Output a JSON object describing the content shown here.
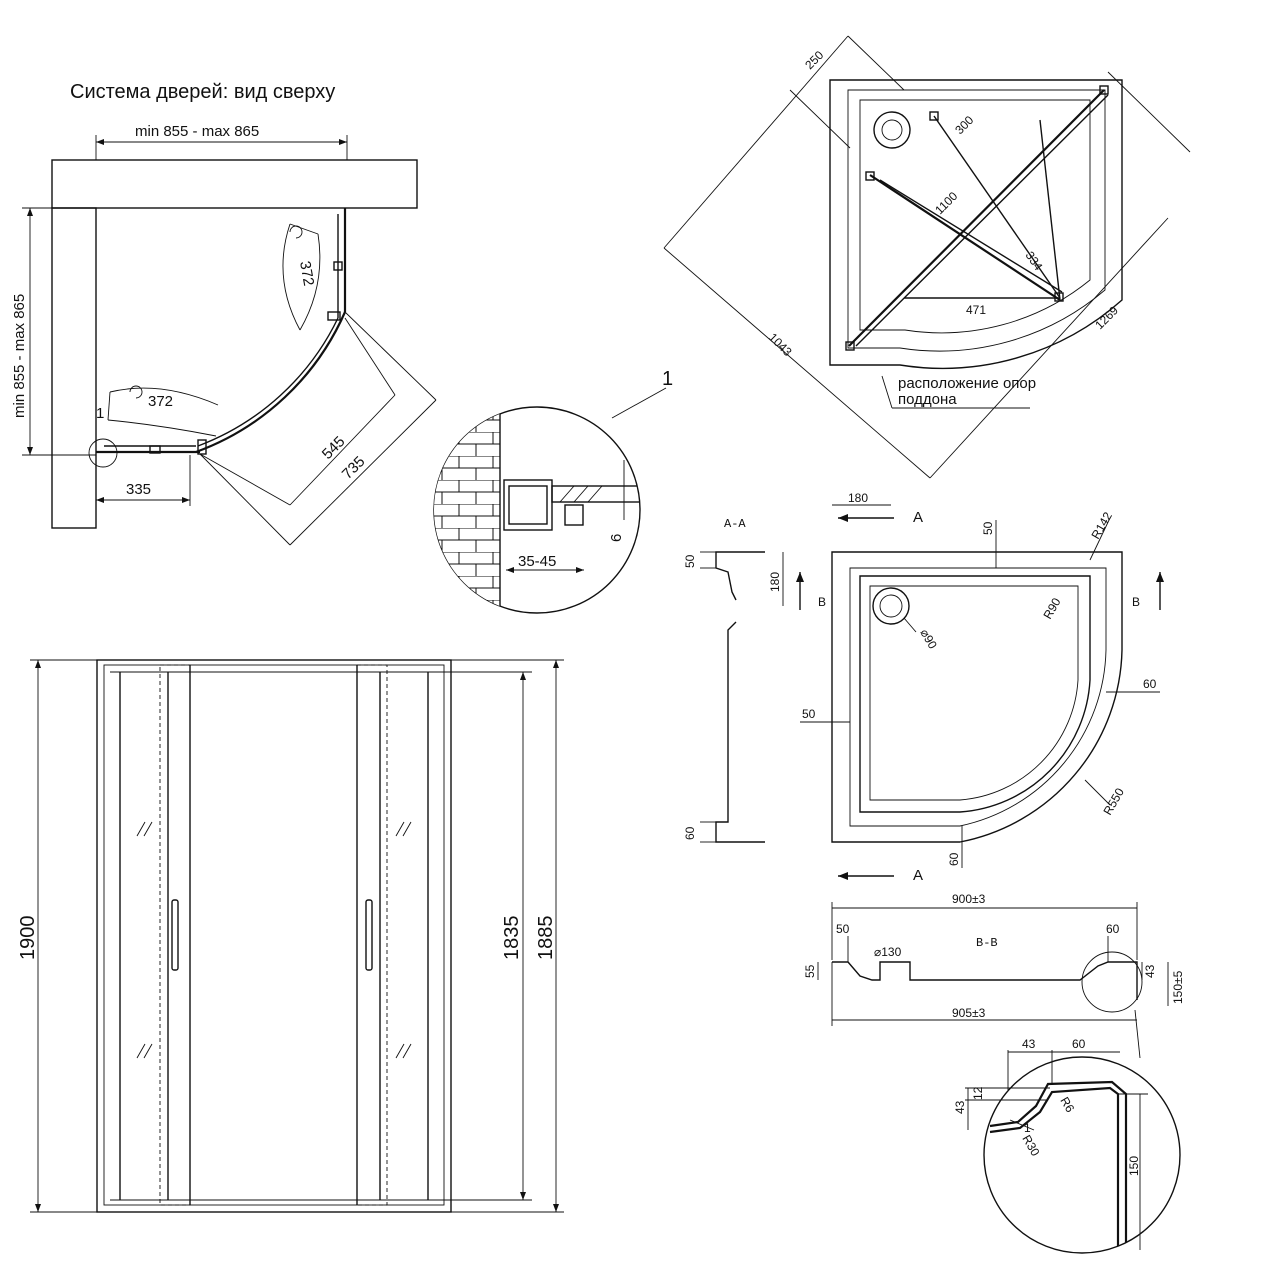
{
  "top_view": {
    "title": "Система дверей: вид сверху",
    "width_range": "min 855 - max 865",
    "depth_range": "min 855 - max 865",
    "arc_upper": "372",
    "arc_lower": "372",
    "callout": "1",
    "dim_335": "335",
    "dim_545": "545",
    "dim_735": "735"
  },
  "detail": {
    "callout": "1",
    "dim_35_45": "35-45",
    "dim_6": "6"
  },
  "support": {
    "dim_250": "250",
    "dim_300": "300",
    "dim_1100": "1100",
    "dim_334": "334",
    "dim_471": "471",
    "dim_1043": "1043",
    "dim_1269": "1269",
    "note_line1": "расположение опор",
    "note_line2": "поддона"
  },
  "front": {
    "h1900": "1900",
    "h1835": "1835",
    "h1885": "1885"
  },
  "tray": {
    "section_aa": "A-A",
    "aa_50": "50",
    "aa_60": "60",
    "a_top": "A",
    "a_bottom": "A",
    "b_left": "B",
    "b_right": "B",
    "d180_top": "180",
    "d180_side": "180",
    "d50_top": "50",
    "r142": "R142",
    "r90": "R90",
    "d90": "⌀90",
    "d60_right": "60",
    "d50_left": "50",
    "r550": "R550",
    "d60_bottom": "60"
  },
  "section_bb": {
    "title": "B-B",
    "w900": "900±3",
    "w905": "905±3",
    "d50": "50",
    "d60": "60",
    "d130": "⌀130",
    "h55": "55",
    "h43": "43",
    "h150": "150±5"
  },
  "profile_detail": {
    "d43": "43",
    "d60": "60",
    "d12": "12",
    "d43v": "43",
    "r6": "R6",
    "one": "1",
    "r30": "R30",
    "d150": "150"
  }
}
